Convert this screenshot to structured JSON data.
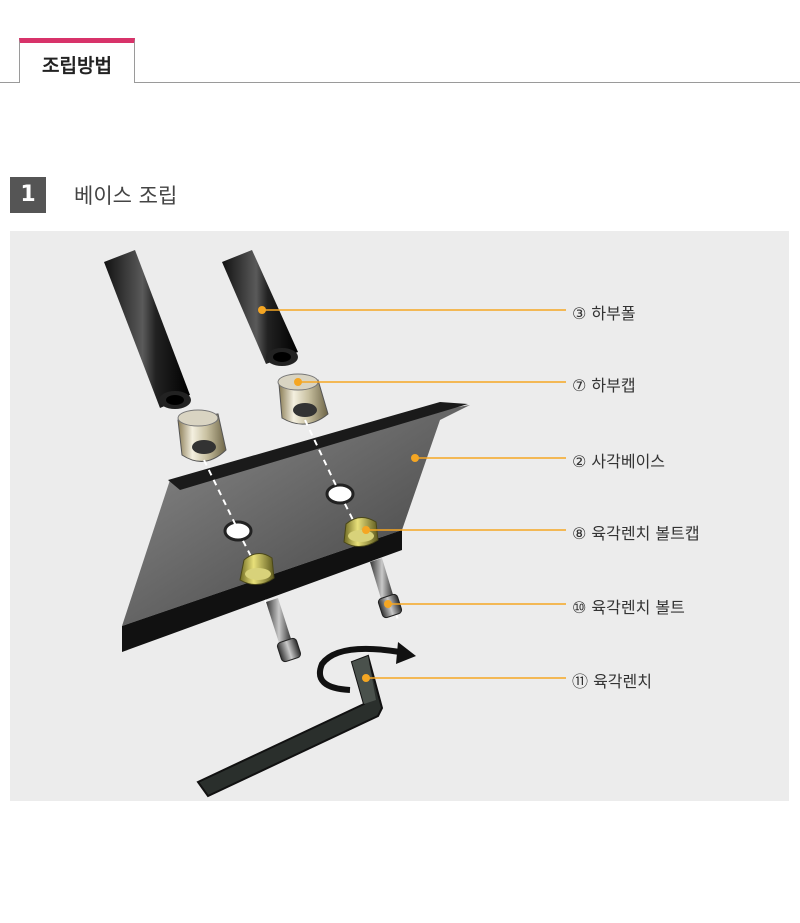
{
  "header": {
    "tab_label": "조립방법"
  },
  "step": {
    "number": "1",
    "title": "베이스 조립"
  },
  "callouts": [
    "③ 하부폴",
    "⑦ 하부캡",
    "② 사각베이스",
    "⑧ 육각렌치 볼트캡",
    "⑩ 육각렌치 볼트",
    "⑪ 육각렌치"
  ],
  "colors": {
    "accent": "#d8336a",
    "leader": "#f5a623",
    "panel": "#ececec"
  }
}
